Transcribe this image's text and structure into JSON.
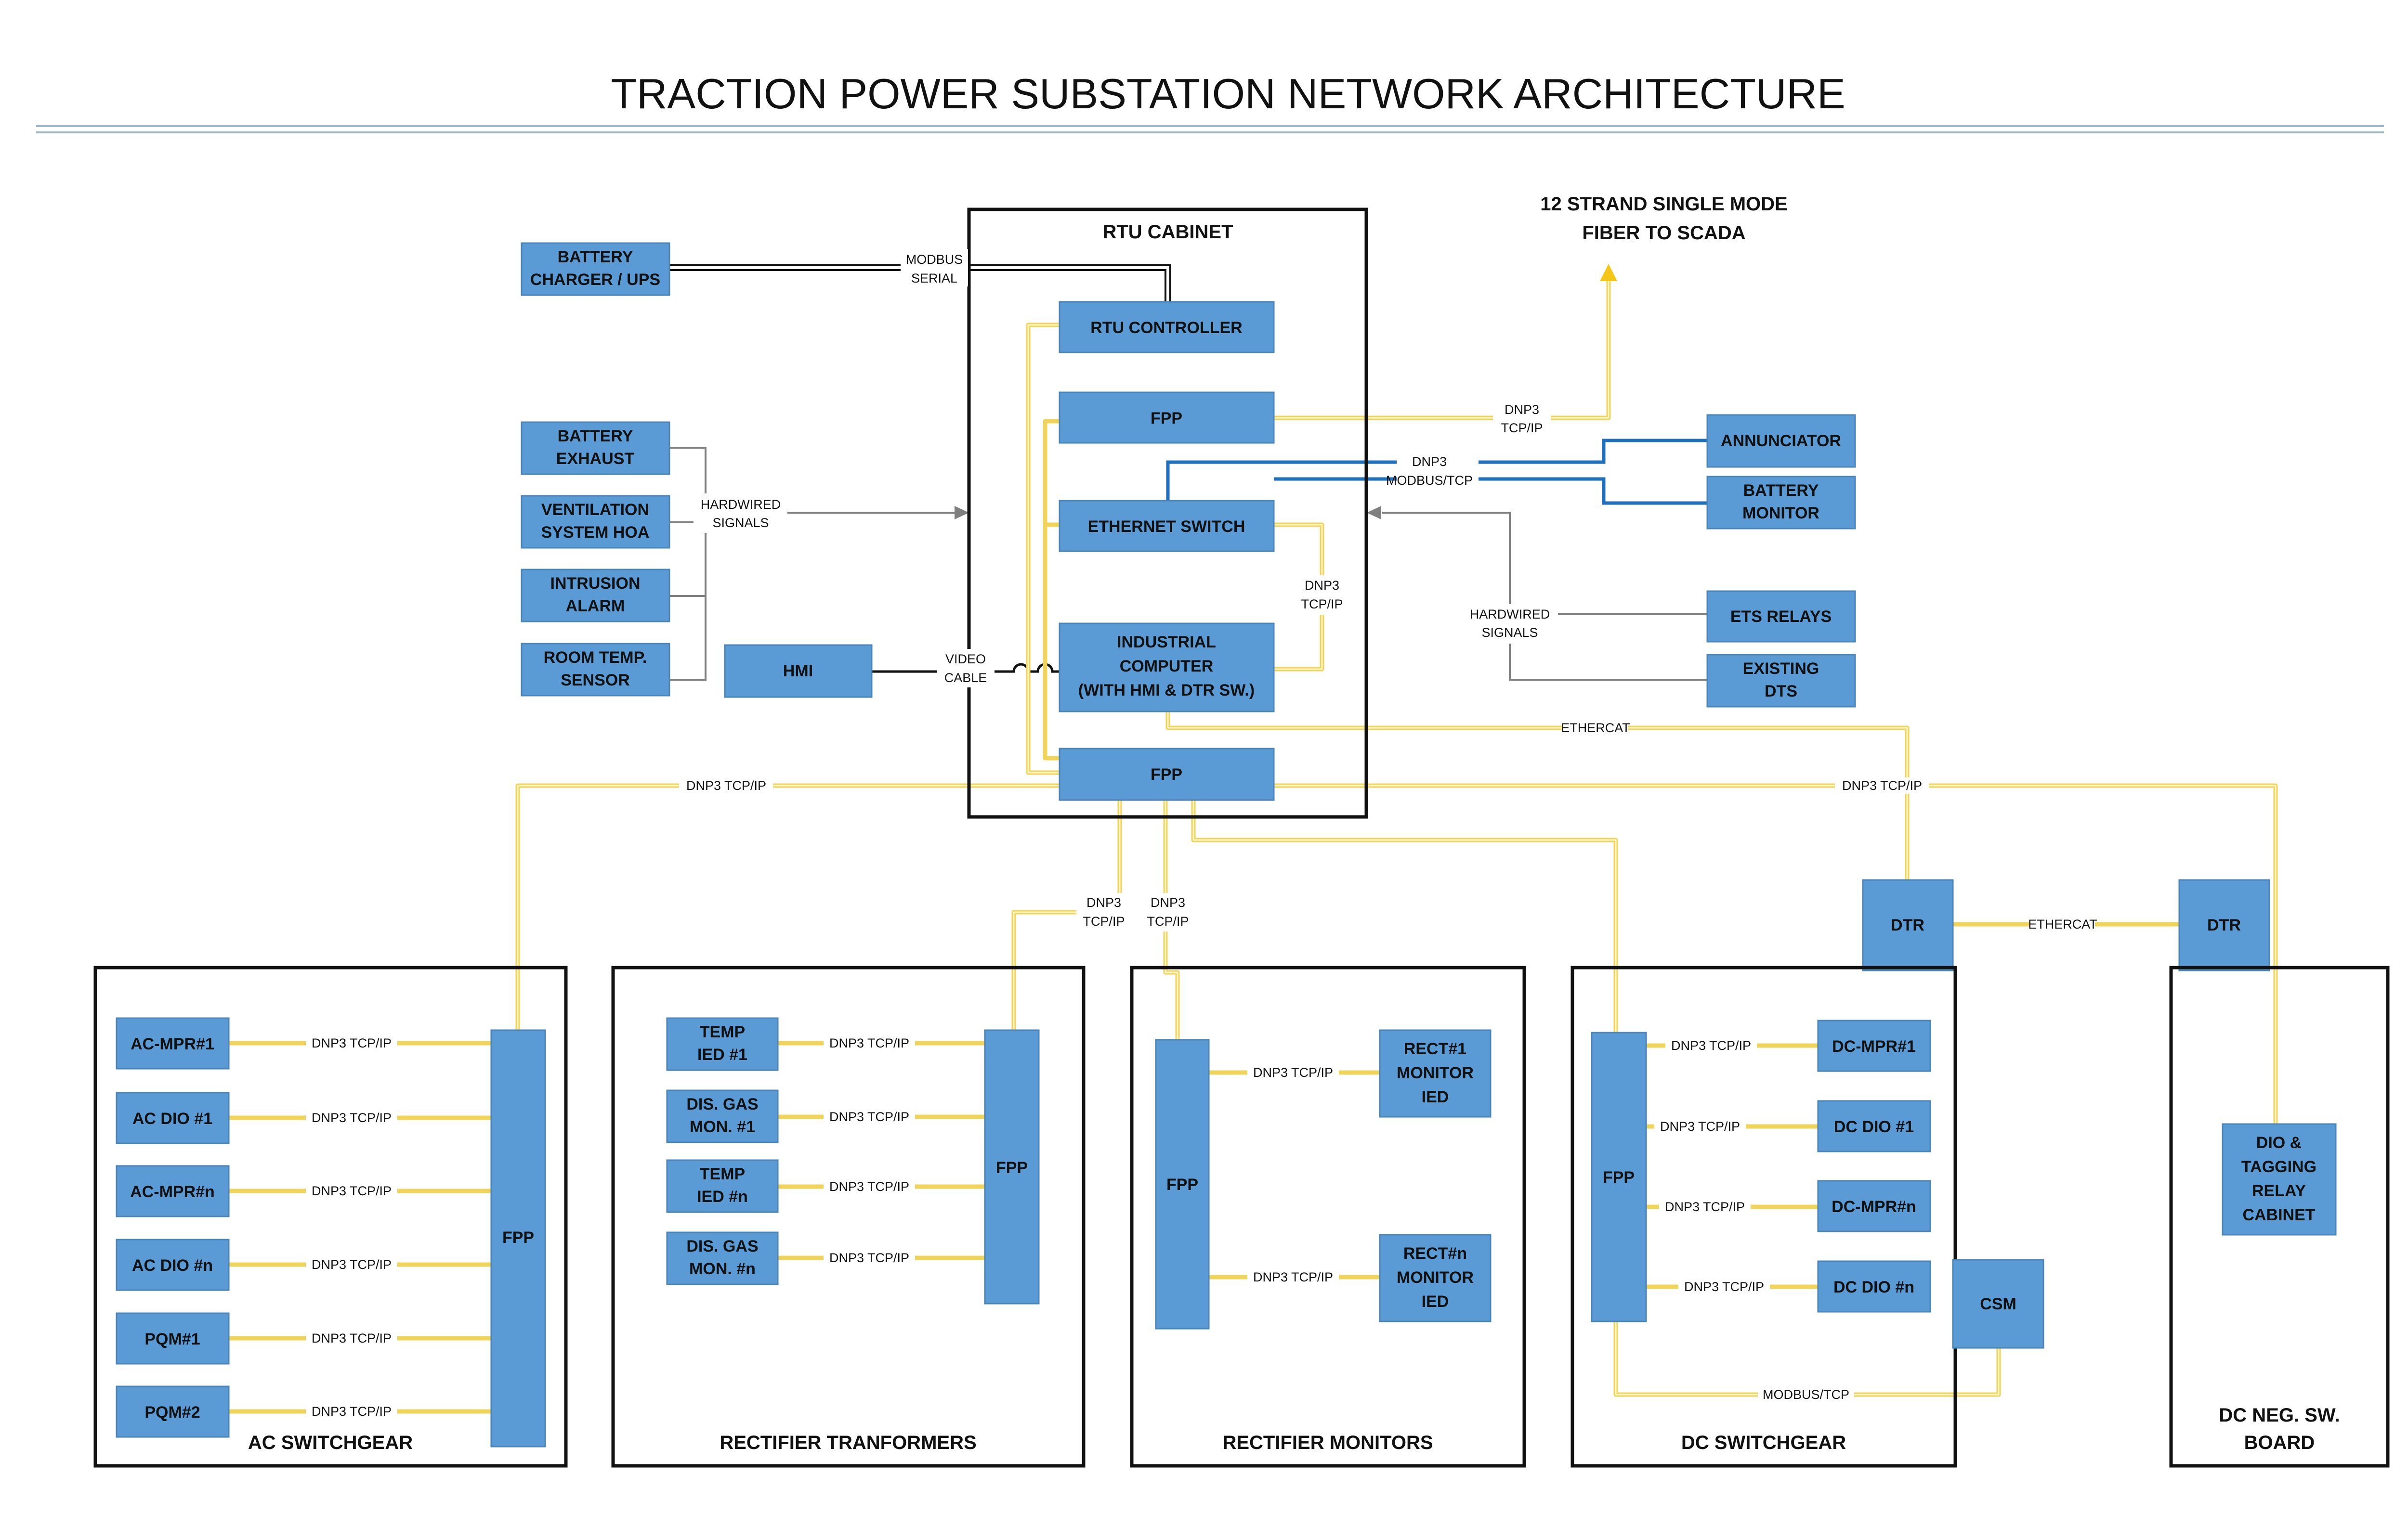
{
  "title": "TRACTION POWER SUBSTATION NETWORK ARCHITECTURE",
  "fiber_to_scada": [
    "12 STRAND SINGLE MODE",
    "FIBER TO SCADA"
  ],
  "rtu_cabinet": {
    "label": "RTU CABINET",
    "rtu_controller": "RTU CONTROLLER",
    "fpp_top": "FPP",
    "ethernet_switch": "ETHERNET SWITCH",
    "industrial_computer": [
      "INDUSTRIAL",
      "COMPUTER",
      "(WITH HMI & DTR SW.)"
    ],
    "fpp_bottom": "FPP"
  },
  "left_devices": {
    "battery_charger": [
      "BATTERY",
      "CHARGER / UPS"
    ],
    "battery_exhaust": [
      "BATTERY",
      "EXHAUST"
    ],
    "ventilation": [
      "VENTILATION",
      "SYSTEM HOA"
    ],
    "intrusion": [
      "INTRUSION",
      "ALARM"
    ],
    "room_temp": [
      "ROOM TEMP.",
      "SENSOR"
    ],
    "hmi": "HMI"
  },
  "right_devices": {
    "annunciator": "ANNUNCIATOR",
    "battery_monitor": [
      "BATTERY",
      "MONITOR"
    ],
    "ets_relays": "ETS RELAYS",
    "existing_dts": [
      "EXISTING",
      "DTS"
    ]
  },
  "links": {
    "modbus_serial": [
      "MODBUS",
      "SERIAL"
    ],
    "hardwired_left": [
      "HARDWIRED",
      "SIGNALS"
    ],
    "video_cable": [
      "VIDEO",
      "CABLE"
    ],
    "dnp3_scada": [
      "DNP3",
      "TCP/IP"
    ],
    "dnp3_modbus": [
      "DNP3",
      "MODBUS/TCP"
    ],
    "dnp3_switch": [
      "DNP3",
      "TCP/IP"
    ],
    "hardwired_right": [
      "HARDWIRED",
      "SIGNALS"
    ],
    "ethercat_top": "ETHERCAT",
    "dnp3_ac": "DNP3 TCP/IP",
    "dnp3_dc_neg": "DNP3 TCP/IP",
    "dnp3_rect_t": [
      "DNP3",
      "TCP/IP"
    ],
    "dnp3_rect_m": [
      "DNP3",
      "TCP/IP"
    ],
    "ethercat_dtr": "ETHERCAT",
    "dnp3_tcpip": "DNP3 TCP/IP",
    "modbus_tcp": "MODBUS/TCP"
  },
  "dtr_left": "DTR",
  "dtr_right": "DTR",
  "ac_switchgear": {
    "label": "AC SWITCHGEAR",
    "fpp": "FPP",
    "items": [
      "AC-MPR#1",
      "AC DIO #1",
      "AC-MPR#n",
      "AC DIO #n",
      "PQM#1",
      "PQM#2"
    ]
  },
  "rectifier_transformers": {
    "label": "RECTIFIER TRANFORMERS",
    "fpp": "FPP",
    "items": [
      [
        "TEMP",
        "IED #1"
      ],
      [
        "DIS. GAS",
        "MON. #1"
      ],
      [
        "TEMP",
        "IED #n"
      ],
      [
        "DIS. GAS",
        "MON. #n"
      ]
    ]
  },
  "rectifier_monitors": {
    "label": "RECTIFIER MONITORS",
    "fpp": "FPP",
    "items": [
      [
        "RECT#1",
        "MONITOR",
        "IED"
      ],
      [
        "RECT#n",
        "MONITOR",
        "IED"
      ]
    ]
  },
  "dc_switchgear": {
    "label": "DC SWITCHGEAR",
    "fpp": "FPP",
    "csm": "CSM",
    "items": [
      "DC-MPR#1",
      "DC DIO #1",
      "DC-MPR#n",
      "DC DIO #n"
    ]
  },
  "dc_neg_board": {
    "label": [
      "DC NEG. SW.",
      "BOARD"
    ],
    "dio": [
      "DIO &",
      "TAGGING",
      "RELAY",
      "CABINET"
    ]
  }
}
